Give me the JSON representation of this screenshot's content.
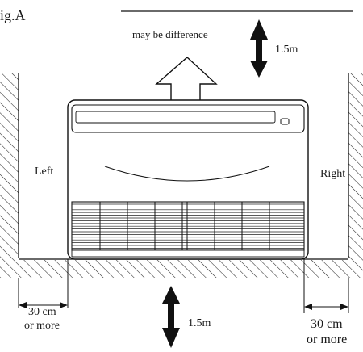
{
  "figure": {
    "label": "ig.A",
    "ceiling_note": "may be difference",
    "top_clearance": "1.5m",
    "bottom_clearance": "1.5m",
    "left_label": "Left",
    "right_label": "Right",
    "left_clearance_value": "30 cm",
    "left_clearance_note": "or more",
    "right_clearance_value": "30 cm",
    "right_clearance_note": "or more"
  }
}
